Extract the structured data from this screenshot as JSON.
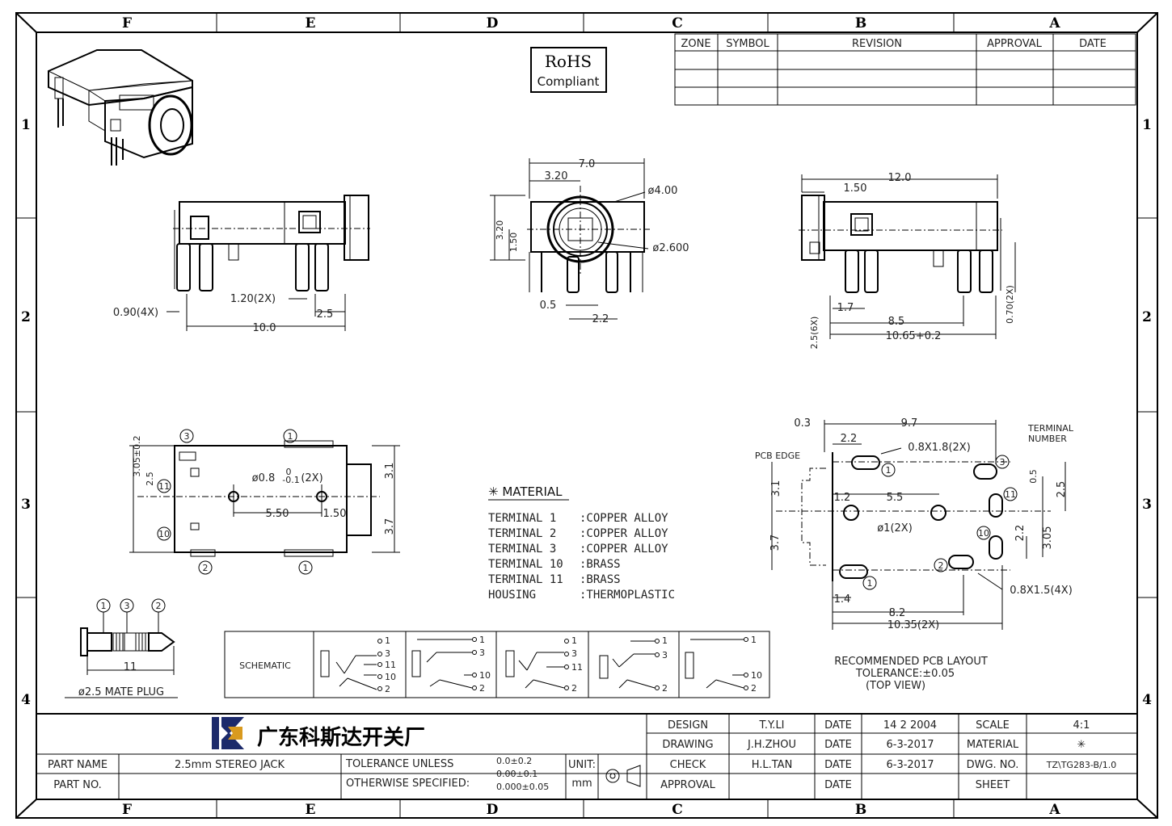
{
  "border": {
    "columns": [
      "F",
      "E",
      "D",
      "C",
      "B",
      "A"
    ],
    "rows": [
      "1",
      "2",
      "3",
      "4"
    ]
  },
  "rohs": {
    "line1": "RoHS",
    "line2": "Compliant"
  },
  "revision_table": {
    "headers": [
      "ZONE",
      "SYMBOL",
      "REVISION",
      "APPROVAL",
      "DATE"
    ]
  },
  "views": {
    "side": {
      "dims": [
        "0.90(4X)",
        "1.20(2X)",
        "2.5",
        "10.0"
      ]
    },
    "front": {
      "dims": [
        "7.0",
        "3.20",
        "ø4.00",
        "3.20",
        "1.50",
        "ø2.600",
        "0.5",
        "2.2"
      ]
    },
    "right": {
      "dims": [
        "12.0",
        "1.50",
        "1.7",
        "8.5",
        "10.65+0.2",
        "2.5(6X)",
        "0.70(2X)"
      ]
    },
    "bottom": {
      "dims": [
        "3.05±0.2",
        "2.5",
        "ø0.8",
        "0",
        "-0.1",
        "(2X)",
        "5.50",
        "1.50",
        "3.1",
        "3.7"
      ],
      "terminals": [
        "3",
        "11",
        "10",
        "1",
        "2",
        "1"
      ]
    },
    "pcb": {
      "dims": [
        "0.3",
        "9.7",
        "2.2",
        "0.8X1.8(2X)",
        "PCB EDGE",
        "TERMINAL",
        "NUMBER",
        "3.1",
        "1.2",
        "5.5",
        "ø1(2X)",
        "0.5",
        "2.5",
        "2.2",
        "3.05",
        "3.7",
        "0.8X1.5(4X)",
        "1.4",
        "8.2",
        "10.35(2X)"
      ],
      "terminals": [
        "1",
        "3",
        "11",
        "10",
        "2",
        "1"
      ],
      "caption": [
        "RECOMMENDED PCB LAYOUT",
        "TOLERANCE:±0.05",
        "(TOP VIEW)"
      ]
    },
    "plug": {
      "terminals": [
        "1",
        "3",
        "2"
      ],
      "dim": "11",
      "caption": "ø2.5 MATE PLUG"
    }
  },
  "material": {
    "title": "✳ MATERIAL",
    "rows": [
      {
        "part": "TERMINAL 1",
        "mat": ":COPPER ALLOY"
      },
      {
        "part": "TERMINAL 2",
        "mat": ":COPPER ALLOY"
      },
      {
        "part": "TERMINAL 3",
        "mat": ":COPPER ALLOY"
      },
      {
        "part": "TERMINAL 10",
        "mat": ":BRASS"
      },
      {
        "part": "TERMINAL 11",
        "mat": ":BRASS"
      },
      {
        "part": "HOUSING",
        "mat": ":THERMOPLASTIC"
      }
    ]
  },
  "schematic": {
    "label": "SCHEMATIC",
    "cells": [
      [
        "1",
        "3",
        "11",
        "10",
        "2"
      ],
      [
        "1",
        "3",
        "10",
        "2"
      ],
      [
        "1",
        "3",
        "11",
        "2"
      ],
      [
        "1",
        "3",
        "2"
      ],
      [
        "1",
        "10",
        "2"
      ]
    ]
  },
  "title_block": {
    "company": "广东科斯达开关厂",
    "design_label": "DESIGN",
    "design_name": "T.Y.LI",
    "drawing_label": "DRAWING",
    "drawing_name": "J.H.ZHOU",
    "check_label": "CHECK",
    "check_name": "H.L.TAN",
    "approval_label": "APPROVAL",
    "date_label": "DATE",
    "date1": "14 2 2004",
    "date2": "6-3-2017",
    "date3": "6-3-2017",
    "scale_label": "SCALE",
    "scale_value": "4:1",
    "material_label": "MATERIAL",
    "material_value": "✳",
    "dwg_label": "DWG. NO.",
    "dwg_value": "TZ\\TG283-B/1.0",
    "sheet_label": "SHEET",
    "part_name_label": "PART NAME",
    "part_name_value": "2.5mm STEREO JACK",
    "part_no_label": "PART NO.",
    "tol_line1": "TOLERANCE UNLESS",
    "tol_line2": "OTHERWISE SPECIFIED:",
    "tol_values": [
      "0.0±0.2",
      "0.00±0.1",
      "0.000±0.05"
    ],
    "unit_label": "UNIT:",
    "unit_value": "mm"
  }
}
